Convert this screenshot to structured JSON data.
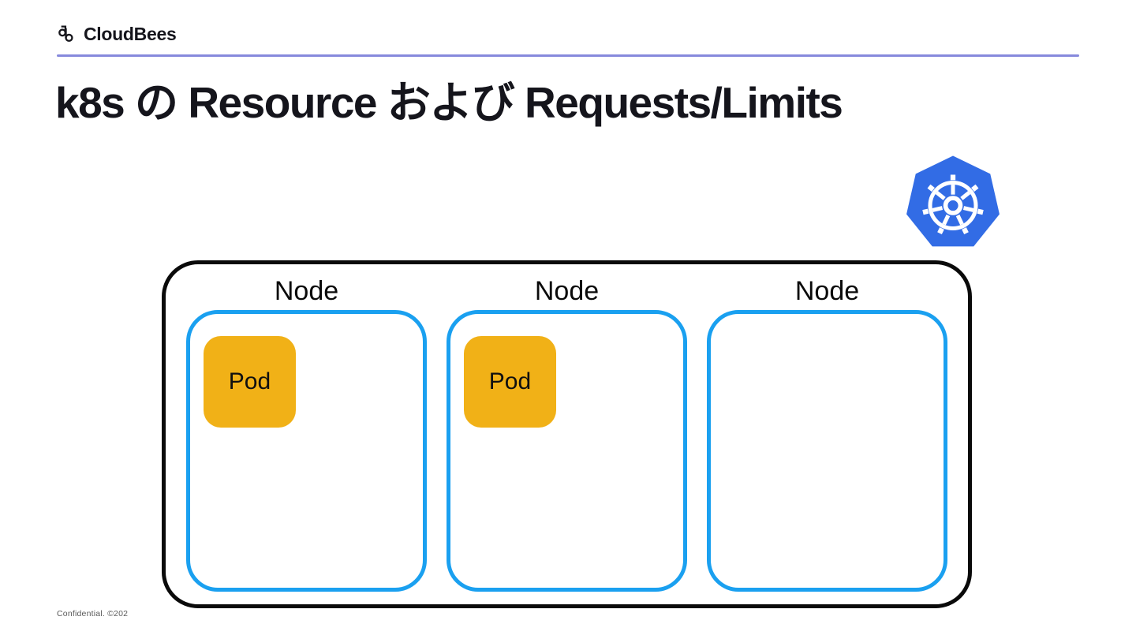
{
  "slide": {
    "brand": {
      "name": "CloudBees"
    },
    "title": "k8s の Resource および Requests/Limits",
    "footer": "Confidential. ©202"
  },
  "diagram": {
    "nodes": [
      {
        "label": "Node",
        "pods": [
          {
            "label": "Pod"
          }
        ]
      },
      {
        "label": "Node",
        "pods": [
          {
            "label": "Pod"
          }
        ]
      },
      {
        "label": "Node",
        "pods": []
      }
    ]
  },
  "icons": {
    "brand_mark": "cloudbees-logo-icon",
    "cluster_logo": "kubernetes-icon"
  },
  "colors": {
    "accent_rule": "#8689DC",
    "kubernetes_blue": "#326CE5",
    "node_border": "#1AA0F0",
    "pod_fill": "#F1B117",
    "cluster_border": "#0A0A0A",
    "text": "#15151C"
  }
}
